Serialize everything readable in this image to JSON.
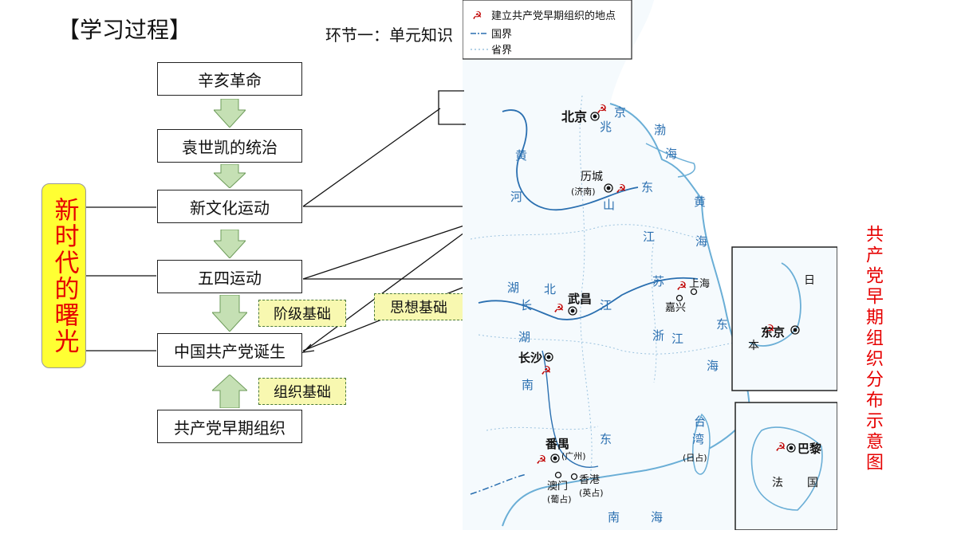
{
  "header": {
    "title": "【学习过程】",
    "stage": "环节一：单元知识"
  },
  "flow": {
    "boxes": [
      "辛亥革命",
      "袁世凯的统治",
      "新文化运动",
      "五四运动",
      "中国共产党诞生",
      "共产党早期组织"
    ],
    "tags": {
      "class_basis": "阶级基础",
      "org_basis": "组织基础",
      "idea_basis": "思想基础"
    },
    "side_label": "新时代的曙光"
  },
  "map": {
    "caption": "共产党早期组织分布示意图",
    "legend": {
      "party_sites": "建立共产党早期组织的地点",
      "national_border": "国界",
      "provincial_border": "省界"
    },
    "cities": {
      "beijing": "北京",
      "licheng": "历城",
      "jinan": "(济南)",
      "shanghai": "上海",
      "jiaxing": "嘉兴",
      "wuchang": "武昌",
      "changsha": "长沙",
      "panyu": "番禺",
      "guangzhou": "(广州)",
      "macau": "澳门",
      "macau_note": "(葡占)",
      "hongkong": "香港",
      "hongkong_note": "(英占)",
      "taiwan_note": "(日占)",
      "tokyo": "东京",
      "paris": "巴黎"
    },
    "regions": {
      "jing": "京",
      "zhao": "兆",
      "huang1": "黄",
      "he1": "河",
      "bo": "渤",
      "hai1": "海",
      "shan": "山",
      "dong1": "东",
      "huang2": "黄",
      "hai2": "海",
      "jiang1": "江",
      "su": "苏",
      "hu1": "湖",
      "bei": "北",
      "chang": "长",
      "jiang2": "江",
      "hu2": "湖",
      "zhe": "浙",
      "jiang3": "江",
      "dong2": "东",
      "hai3": "海",
      "nan1": "南",
      "dong3": "东",
      "tai": "台",
      "wan": "湾",
      "nan2": "南",
      "hai4": "海",
      "ri": "日",
      "ben": "本",
      "fa": "法",
      "guo": "国"
    }
  },
  "colors": {
    "highlight": "#ffff33",
    "caption_red": "#e60000",
    "arrow_green": "#c5e0b4",
    "tag_fill": "#f8f8b0",
    "water": "#2a6fb0"
  }
}
